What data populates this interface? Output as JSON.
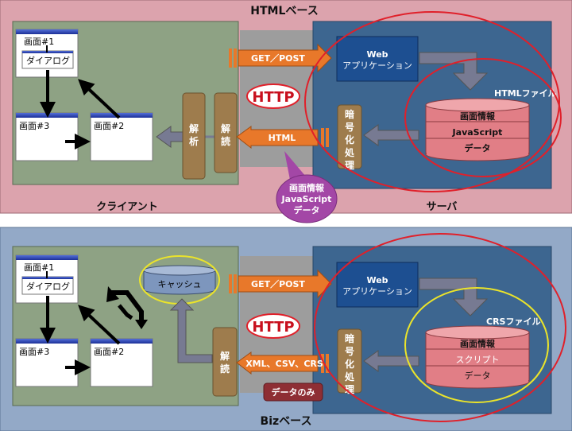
{
  "top": {
    "title": "HTMLベース",
    "client_label": "クライアント",
    "server_label": "サーバ",
    "screens": [
      "画面#1",
      "ダイアログ",
      "画面#3",
      "画面#2"
    ],
    "analysis": "解析",
    "decode": "解読",
    "request": "GET／POST",
    "protocol": "HTTP",
    "response": "HTML",
    "callout": [
      "画面情報",
      "JavaScript",
      "データ"
    ],
    "webapp": [
      "Web",
      "アプリケーション"
    ],
    "encrypt": "暗号化処理",
    "file_label": "HTMLファイル",
    "file_items": [
      "画面情報",
      "JavaScript",
      "データ"
    ]
  },
  "bottom": {
    "title": "Bizベース",
    "screens": [
      "画面#1",
      "ダイアログ",
      "画面#3",
      "画面#2"
    ],
    "cache": "キャッシュ",
    "decode": "解読",
    "request": "GET／POST",
    "protocol": "HTTP",
    "response": "XML、CSV、CRS",
    "data_only": "データのみ",
    "webapp": [
      "Web",
      "アプリケーション"
    ],
    "encrypt": "暗号化処理",
    "file_label": "CRSファイル",
    "file_items": [
      "画面情報",
      "スクリプト",
      "データ"
    ]
  },
  "colors": {
    "top_bg": "#dca3ad",
    "bottom_bg": "#93a9c7",
    "client_panel": "#8ea284",
    "server_panel": "#3d6690",
    "web_box": "#1d4f91",
    "arrow_orange": "#e8782a",
    "decode_box": "#9e7c4d",
    "db_pink": "#e17e86",
    "callout_purple": "#a347a6",
    "ellipse_red": "#e0202a",
    "ellipse_yellow": "#ebe42a"
  }
}
